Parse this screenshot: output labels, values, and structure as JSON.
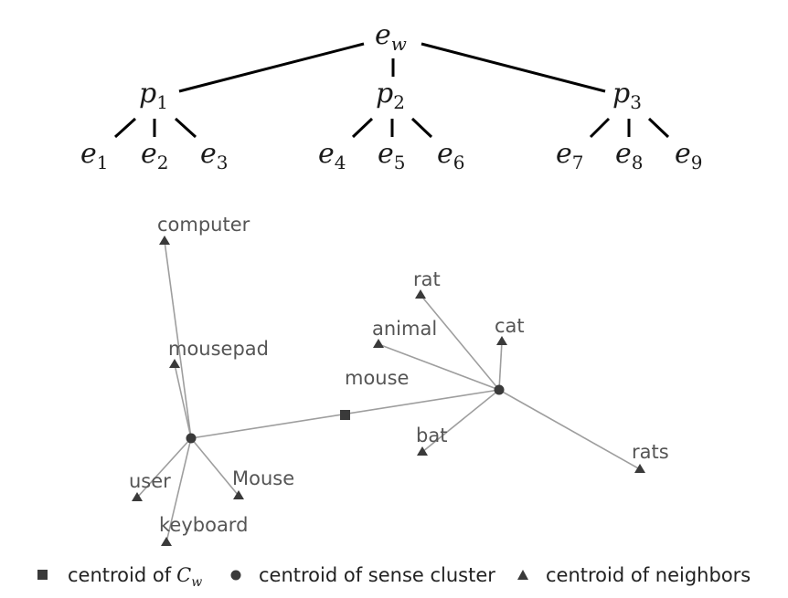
{
  "tree": {
    "root": {
      "base": "e",
      "sub": "w"
    },
    "parents": [
      {
        "base": "p",
        "sub": "1"
      },
      {
        "base": "p",
        "sub": "2"
      },
      {
        "base": "p",
        "sub": "3"
      }
    ],
    "leaves": [
      {
        "base": "e",
        "sub": "1"
      },
      {
        "base": "e",
        "sub": "2"
      },
      {
        "base": "e",
        "sub": "3"
      },
      {
        "base": "e",
        "sub": "4"
      },
      {
        "base": "e",
        "sub": "5"
      },
      {
        "base": "e",
        "sub": "6"
      },
      {
        "base": "e",
        "sub": "7"
      },
      {
        "base": "e",
        "sub": "8"
      },
      {
        "base": "e",
        "sub": "9"
      }
    ]
  },
  "graph": {
    "center_label": "mouse",
    "cluster_left_neighbors": [
      "computer",
      "mousepad",
      "user",
      "keyboard",
      "Mouse"
    ],
    "cluster_right_neighbors": [
      "rat",
      "animal",
      "cat",
      "bat",
      "rats"
    ]
  },
  "legend": {
    "square_label": "centroid of",
    "square_symbol": "C",
    "square_symbol_sub": "w",
    "circle_label": "centroid of sense cluster",
    "triangle_label": "centroid of neighbors"
  },
  "colors": {
    "tree_edge": "#000000",
    "graph_edge": "#9e9e9e",
    "marker": "#3a3a3a",
    "label_text": "#555555"
  }
}
